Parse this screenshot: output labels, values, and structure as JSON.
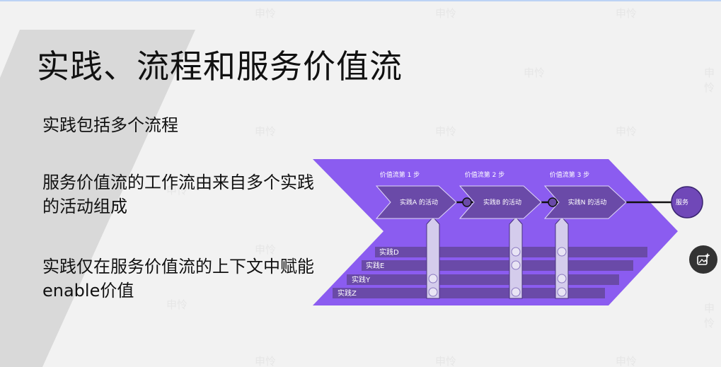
{
  "slide": {
    "title": "实践、流程和服务价值流",
    "bullets": [
      "实践包括多个流程",
      "服务价值流的工作流由来自多个实践的活动组成",
      "实践仅在服务价值流的上下文中赋能enable价值"
    ]
  },
  "diagram": {
    "steps": [
      {
        "header": "价值流第 1 步",
        "activity": "实践A 的活动"
      },
      {
        "header": "价值流第 2 步",
        "activity": "实践B 的活动"
      },
      {
        "header": "价值流第 3 步",
        "activity": "实践N 的活动"
      }
    ],
    "service": "服务",
    "practices": [
      "实践D",
      "实践E",
      "实践Y",
      "实践Z"
    ]
  },
  "watermark": "申怜",
  "colors": {
    "purple": "#8b5cf0",
    "chevron": "#7a52c8",
    "practice_bar": "#6a4aa8",
    "service_circle": "#7048b8",
    "stripe": "#d8d8d8"
  },
  "icons": {
    "float_button": "add-image-icon"
  }
}
